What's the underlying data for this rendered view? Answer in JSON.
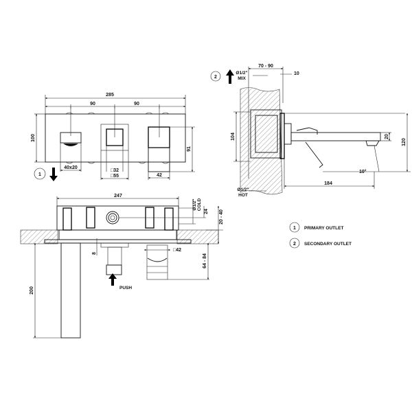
{
  "drawing": {
    "front_view": {
      "overall_width": "285",
      "spacing_left": "90",
      "spacing_right": "90",
      "height": "100",
      "outlet_size": "40x20",
      "handle_inner": "□32",
      "handle_outer": "□55",
      "lever_width": "42",
      "lever_height": "91",
      "marker": "1"
    },
    "plan_view": {
      "body_width": "247",
      "cold_inlet": "Ø1/2\"",
      "cold_label": "COLD",
      "inlet_offset": "24",
      "wall_range": "20 - 40",
      "dim_8": "8",
      "square_42": "□42",
      "depth_range": "64 - 84",
      "length_200": "200",
      "push_label": "PUSH"
    },
    "side_view": {
      "marker": "2",
      "mix_inlet": "Ø1/2\"",
      "mix_label": "MIX",
      "depth_range": "70 - 90",
      "dim_10": "10",
      "body_height": "104",
      "spout_height": "20",
      "total_height": "120",
      "angle": "10°",
      "spout_reach": "184",
      "hot_inlet": "Ø1/2\"",
      "hot_label": "HOT"
    },
    "legend": [
      {
        "num": "1",
        "label": "PRIMARY OUTLET"
      },
      {
        "num": "2",
        "label": "SECONDARY OUTLET"
      }
    ]
  }
}
